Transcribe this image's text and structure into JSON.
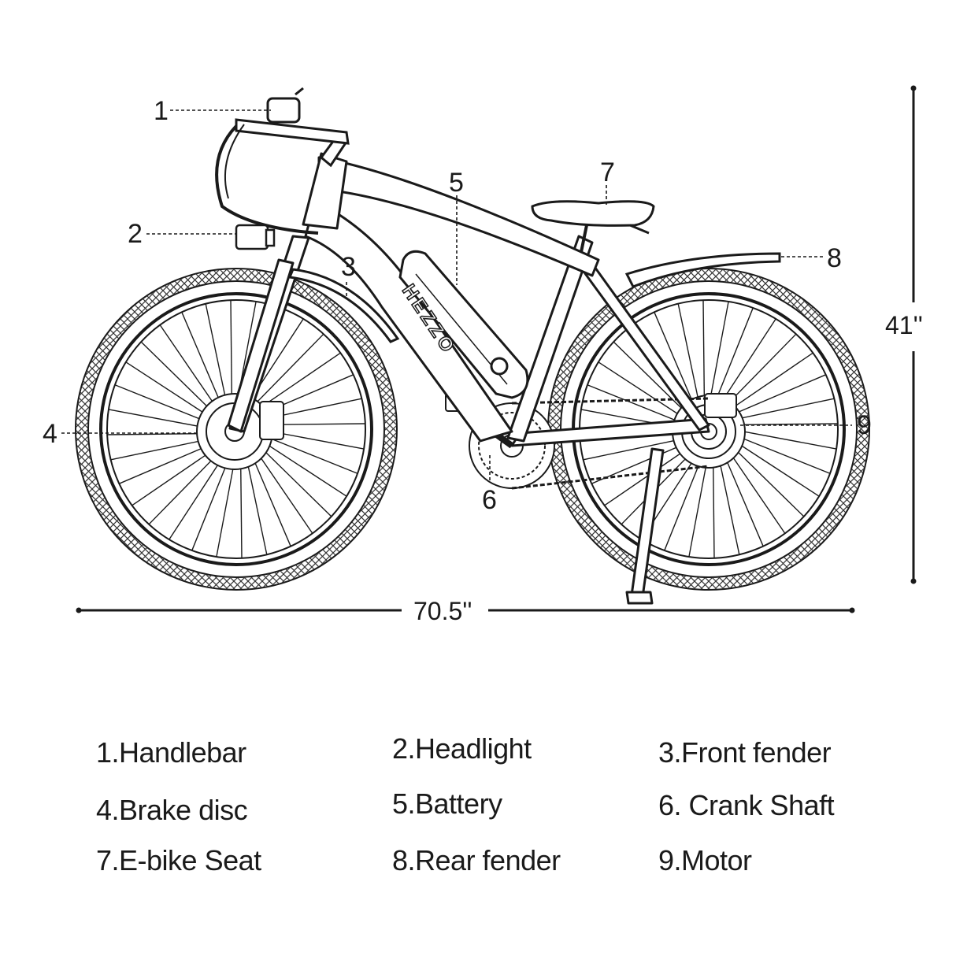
{
  "dimensions": {
    "length": "70.5''",
    "height": "41''"
  },
  "callouts": [
    "1",
    "2",
    "3",
    "4",
    "5",
    "6",
    "7",
    "8",
    "9"
  ],
  "legend": [
    "1.Handlebar",
    "2.Headlight",
    "3.Front fender",
    "4.Brake disc",
    "5.Battery",
    "6. Crank Shaft",
    "7.E-bike Seat",
    "8.Rear fender",
    "9.Motor"
  ],
  "frame_logo": "HEZZO",
  "colors": {
    "line": "#1a1a1a",
    "background": "#ffffff"
  }
}
